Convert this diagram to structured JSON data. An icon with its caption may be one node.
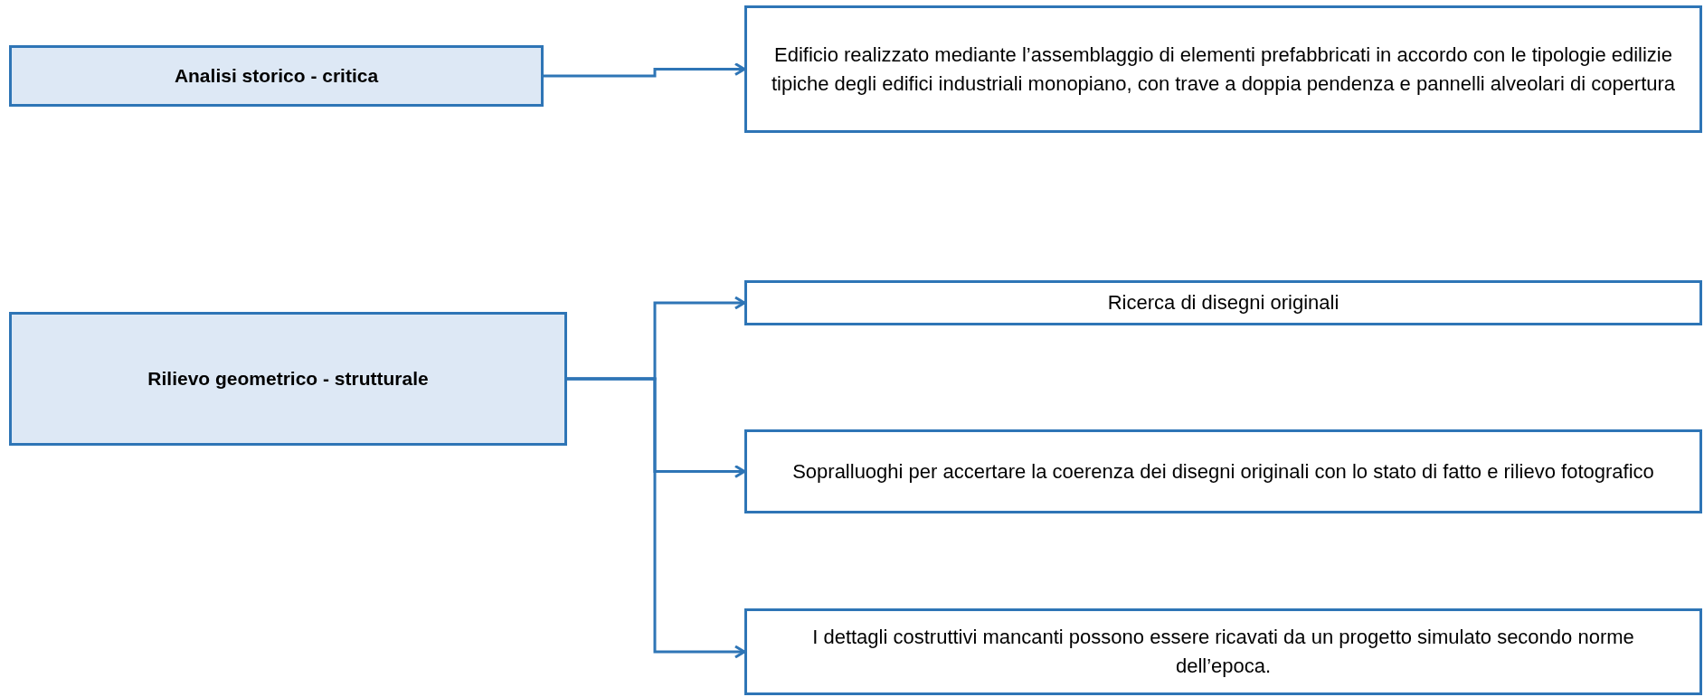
{
  "diagram": {
    "nodes": [
      {
        "text": [
          "Analisi storico - critica"
        ]
      },
      {
        "text": [
          "Edificio realizzato mediante l’assemblaggio di elementi prefabbricati in accordo con le tipologie edilizie tipiche degli edifici industriali monopiano, con trave a doppia pendenza e pannelli alveolari di copertura"
        ]
      },
      {
        "text": [
          "Rilievo geometrico - strutturale"
        ]
      },
      {
        "text": [
          "Ricerca di disegni originali"
        ]
      },
      {
        "text": [
          "Sopralluoghi per accertare la coerenza dei disegni originali con lo stato di fatto e rilievo fotografico"
        ]
      },
      {
        "text": [
          "I dettagli costruttivi mancanti possono essere ricavati da un progetto simulato secondo norme dell’epoca."
        ]
      }
    ],
    "edges": [
      {
        "from": 0,
        "to": 1,
        "arrow": "to"
      },
      {
        "from": 2,
        "to": 3,
        "arrow": "to"
      },
      {
        "from": 2,
        "to": 4,
        "arrow": "to"
      },
      {
        "from": 2,
        "to": 5,
        "arrow": "to"
      }
    ]
  }
}
